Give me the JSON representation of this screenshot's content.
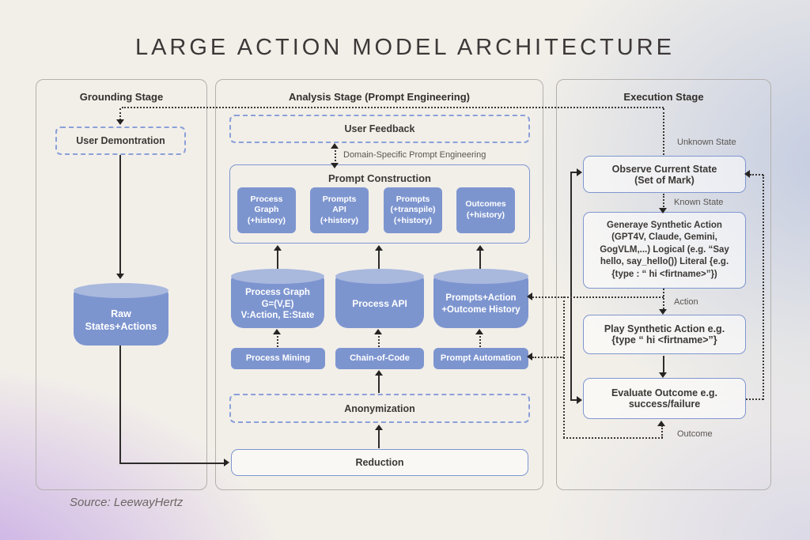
{
  "title": "LARGE ACTION MODEL ARCHITECTURE",
  "source": "Source: LeewayHertz",
  "colors": {
    "box_fill": "#7d95cf",
    "box_border": "#7e96cf",
    "cylinder_top": "#a9b8dd",
    "line": "#2e2c2a",
    "panel_border": "#b4b1ad"
  },
  "stages": {
    "grounding": {
      "title": "Grounding Stage",
      "user_demonstration": "User Demontration",
      "raw_states_actions": "Raw\nStates+Actions"
    },
    "analysis": {
      "title": "Analysis Stage (Prompt Engineering)",
      "user_feedback": "User Feedback",
      "domain_specific_label": "Domain-Specific Prompt Engineering",
      "prompt_construction": {
        "title": "Prompt Construction",
        "boxes": [
          "Process\nGraph\n(+history)",
          "Prompts\nAPI\n(+history)",
          "Prompts\n(+transpile)\n(+history)",
          "Outcomes\n(+history)"
        ]
      },
      "stores": [
        "Process Graph\nG=(V,E)\nV:Action, E:State",
        "Process API",
        "Prompts+Action\n+Outcome History"
      ],
      "tools": [
        "Process Mining",
        "Chain-of-Code",
        "Prompt Automation"
      ],
      "anonymization": "Anonymization",
      "reduction": "Reduction"
    },
    "execution": {
      "title": "Execution Stage",
      "observe": "Observe Current State\n(Set of Mark)",
      "generate": "Generaye Synthetic Action\n(GPT4V, Claude,  Gemini,\nGogVLM,...) Logical (e.g. “Say\nhello, say_hello()) Literal {e.g.\n{type : “ hi <firtname>”})",
      "play": "Play Synthetic Action e.g.\n{type “ hi <firtname>”}",
      "evaluate": "Evaluate Outcome e.g.\nsuccess/failure",
      "labels": {
        "unknown_state": "Unknown State",
        "known_state": "Known State",
        "action": "Action",
        "outcome": "Outcome"
      }
    }
  }
}
